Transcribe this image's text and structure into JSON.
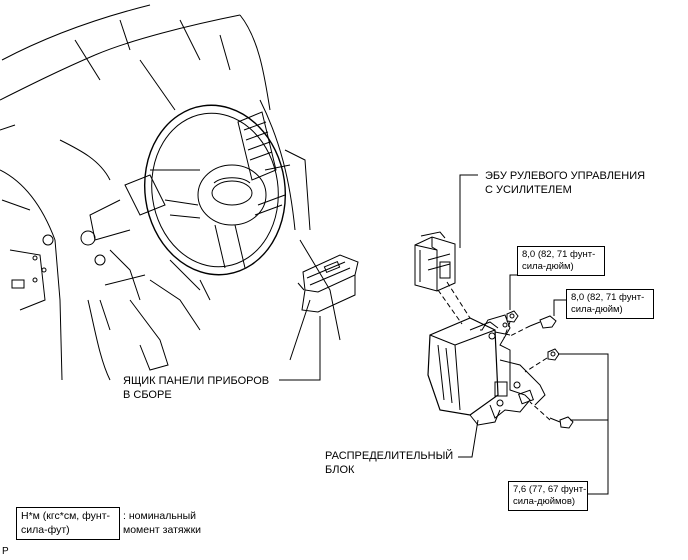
{
  "labels": {
    "ecu_line1": "ЭБУ РУЛЕВОГО УПРАВЛЕНИЯ",
    "ecu_line2": "С УСИЛИТЕЛЕМ",
    "panel_line1": "ЯЩИК ПАНЕЛИ ПРИБОРОВ",
    "panel_line2": "В СБОРЕ",
    "block_line1": "РАСПРЕДЕЛИТЕЛЬНЫЙ",
    "block_line2": "БЛОК"
  },
  "torque": {
    "nut_top": {
      "line1": "8,0 (82, 71 фунт-",
      "line2": "сила-дюйм)"
    },
    "bolt_right": {
      "line1": "8,0 (82, 71 фунт-",
      "line2": "сила-дюйм)"
    },
    "bottom": {
      "line1": "7,6 (77, 67 фунт-",
      "line2": "сила-дюймов)"
    }
  },
  "legend": {
    "unit_line1": "Н*м (кгс*см, фунт-",
    "unit_line2": "сила-фут)",
    "desc_line1": ": номинальный",
    "desc_line2": "момент затяжки"
  },
  "corner_mark": "P"
}
